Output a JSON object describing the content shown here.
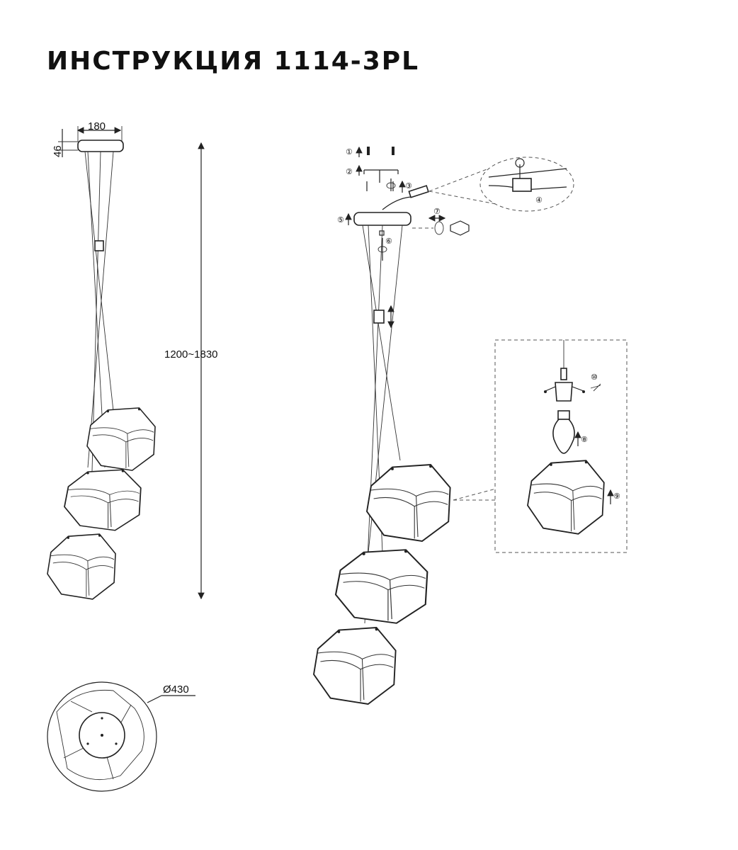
{
  "title": "ИНСТРУКЦИЯ 1114-3PL",
  "dimensions": {
    "width": "180",
    "canopy_height": "46",
    "length": "1200~1830",
    "diameter": "Ø430"
  },
  "steps": [
    "①",
    "②",
    "③",
    "④",
    "⑤",
    "⑥",
    "⑦",
    "⑧",
    "⑨",
    "⑩"
  ],
  "colors": {
    "line": "#222222",
    "background": "#ffffff"
  }
}
